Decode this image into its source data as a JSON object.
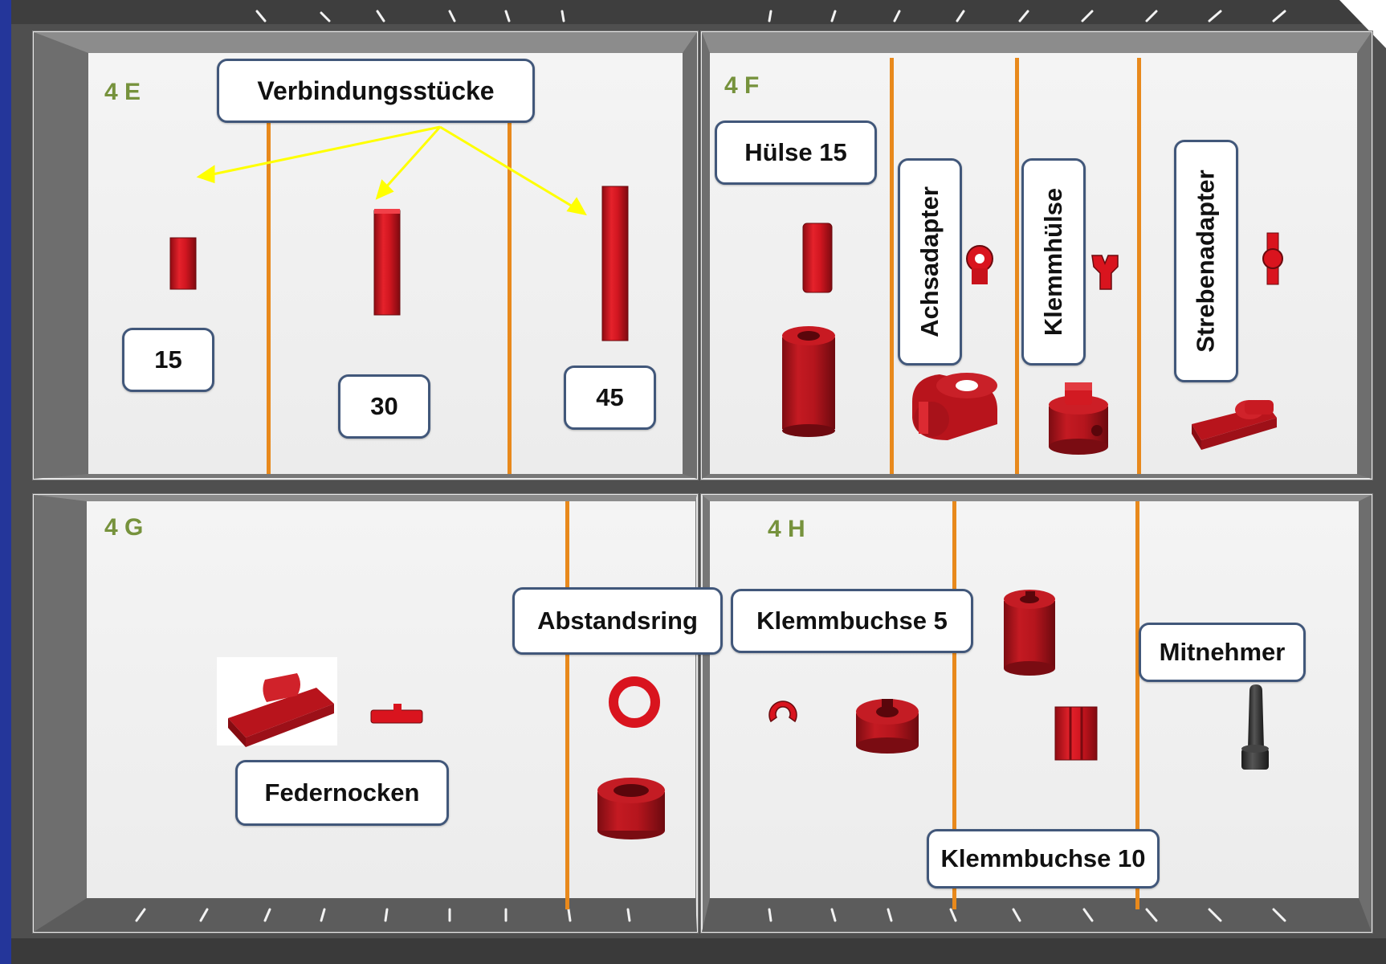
{
  "compartments": [
    {
      "id": "4E",
      "label": "4 E"
    },
    {
      "id": "4F",
      "label": "4 F"
    },
    {
      "id": "4G",
      "label": "4 G"
    },
    {
      "id": "4H",
      "label": "4 H"
    }
  ],
  "labels": {
    "verbindungsstuecke": "Verbindungsstücke",
    "v15": "15",
    "v30": "30",
    "v45": "45",
    "huelse15": "Hülse 15",
    "achsadapter": "Achsadapter",
    "klemmhuelse": "Klemmhülse",
    "strebenadapter": "Strebenadapter",
    "abstandsring": "Abstandsring",
    "klemmbuchse5": "Klemmbuchse 5",
    "mitnehmer": "Mitnehmer",
    "federnocken": "Federnocken",
    "klemmbuchse10": "Klemmbuchse 10"
  },
  "colors": {
    "part_red": "#d9141e",
    "part_dark_red": "#b8141c",
    "divider_orange": "#e8891c",
    "label_border": "#41577a",
    "compartment_text": "#76923c",
    "arrow_yellow": "#ffff00",
    "frame_gray": "#5a5a5a",
    "side_blue": "#24369a"
  }
}
